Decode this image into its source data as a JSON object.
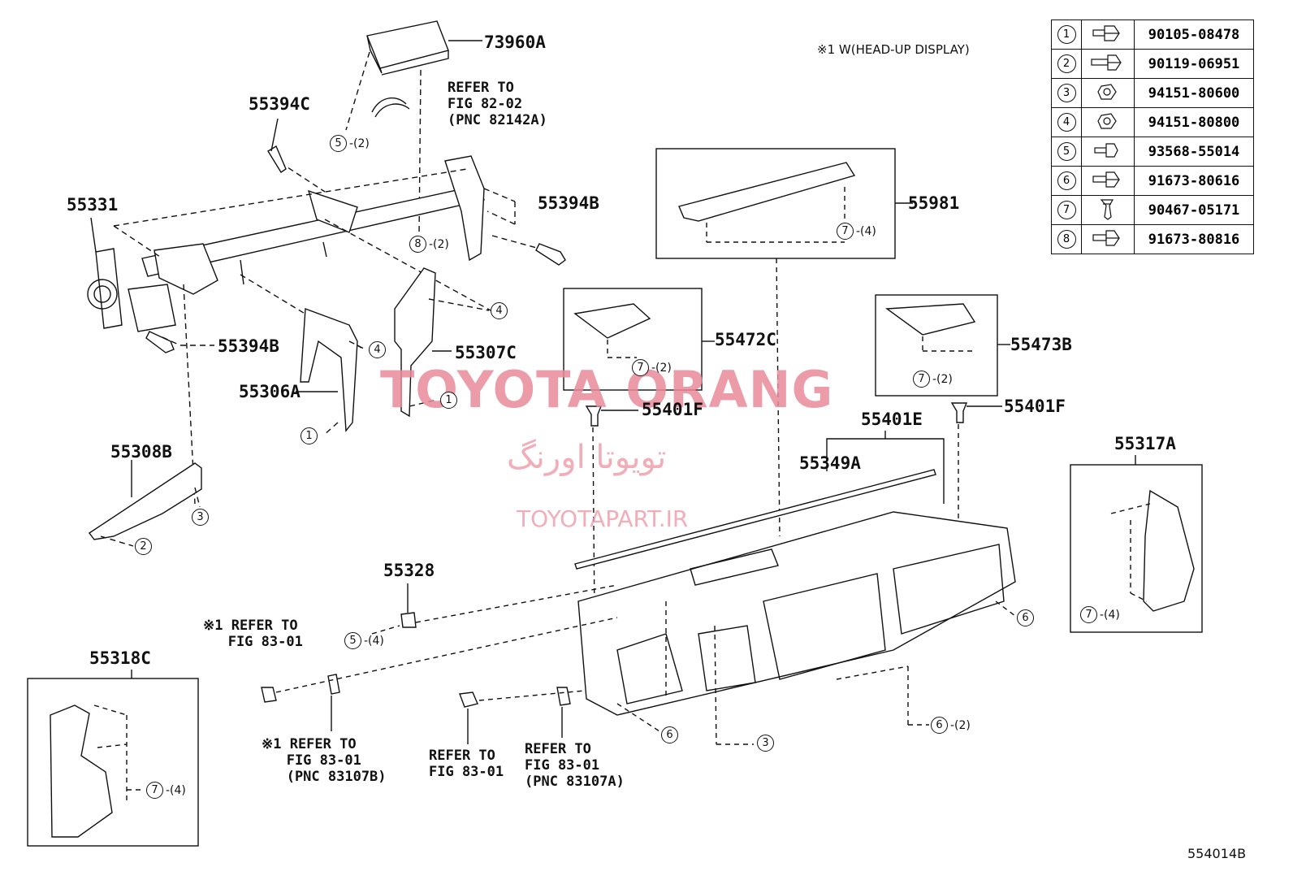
{
  "title_note": "※1 W(HEAD-UP DISPLAY)",
  "figure_id": "554014B",
  "watermark": {
    "brand": "TOYOTA ORANG",
    "persian": "تویوتا اورنگ",
    "site": "TOYOTAPART.IR"
  },
  "legend": [
    {
      "num": "1",
      "part": "90105-08478",
      "icon": "flange-bolt-icon"
    },
    {
      "num": "2",
      "part": "90119-06951",
      "icon": "long-bolt-icon"
    },
    {
      "num": "3",
      "part": "94151-80600",
      "icon": "hex-nut-icon"
    },
    {
      "num": "4",
      "part": "94151-80800",
      "icon": "hex-nut-icon"
    },
    {
      "num": "5",
      "part": "93568-55014",
      "icon": "screw-icon"
    },
    {
      "num": "6",
      "part": "91673-80616",
      "icon": "bolt-icon"
    },
    {
      "num": "7",
      "part": "90467-05171",
      "icon": "clip-icon"
    },
    {
      "num": "8",
      "part": "91673-80816",
      "icon": "bolt-icon"
    }
  ],
  "labels": {
    "p73960A": "73960A",
    "p55394C": "55394C",
    "p55331": "55331",
    "p55394B_a": "55394B",
    "p55394B_b": "55394B",
    "p55981": "55981",
    "p55472C": "55472C",
    "p55473B": "55473B",
    "p55307C": "55307C",
    "p55306A": "55306A",
    "p55308B": "55308B",
    "p55401F_a": "55401F",
    "p55401F_b": "55401F",
    "p55401E": "55401E",
    "p55349A": "55349A",
    "p55317A": "55317A",
    "p55328": "55328",
    "p55318C": "55318C"
  },
  "notes": {
    "refer1": [
      "REFER TO",
      "FIG 82-02",
      "(PNC 82142A)"
    ],
    "refer2": [
      "※1 REFER TO",
      "   FIG 83-01"
    ],
    "refer3": [
      "※1 REFER TO",
      "   FIG 83-01",
      "   (PNC 83107B)"
    ],
    "refer4": [
      "REFER TO",
      "FIG 83-01"
    ],
    "refer5": [
      "REFER TO",
      "FIG 83-01",
      "(PNC 83107A)"
    ]
  },
  "callouts": [
    {
      "id": "c1",
      "num": "5",
      "qty": "-(2)"
    },
    {
      "id": "c2",
      "num": "8",
      "qty": "-(2)"
    },
    {
      "id": "c3",
      "num": "7",
      "qty": "-(4)"
    },
    {
      "id": "c4",
      "num": "4",
      "qty": ""
    },
    {
      "id": "c5",
      "num": "4",
      "qty": ""
    },
    {
      "id": "c6",
      "num": "1",
      "qty": ""
    },
    {
      "id": "c7",
      "num": "1",
      "qty": ""
    },
    {
      "id": "c8",
      "num": "7",
      "qty": "-(2)"
    },
    {
      "id": "c9",
      "num": "7",
      "qty": "-(2)"
    },
    {
      "id": "c10",
      "num": "3",
      "qty": ""
    },
    {
      "id": "c11",
      "num": "2",
      "qty": ""
    },
    {
      "id": "c12",
      "num": "5",
      "qty": "-(4)"
    },
    {
      "id": "c13",
      "num": "7",
      "qty": "-(4)"
    },
    {
      "id": "c14",
      "num": "6",
      "qty": ""
    },
    {
      "id": "c15",
      "num": "6",
      "qty": ""
    },
    {
      "id": "c16",
      "num": "3",
      "qty": ""
    },
    {
      "id": "c17",
      "num": "6",
      "qty": "-(2)"
    },
    {
      "id": "c18",
      "num": "7",
      "qty": "-(4)"
    }
  ]
}
